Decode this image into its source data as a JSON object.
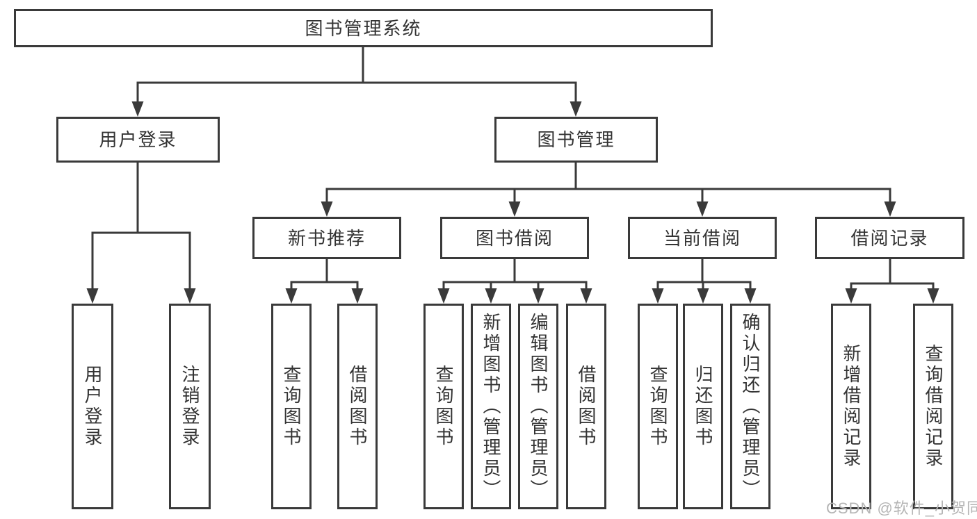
{
  "tree": {
    "root": {
      "label": "图书管理系统"
    },
    "branches": [
      {
        "label": "用户登录",
        "children": [
          {
            "label": "用户登录"
          },
          {
            "label": "注销登录"
          }
        ]
      },
      {
        "label": "图书管理",
        "children": [
          {
            "label": "新书推荐",
            "children": [
              {
                "label": "查询图书"
              },
              {
                "label": "借阅图书"
              }
            ]
          },
          {
            "label": "图书借阅",
            "children": [
              {
                "label": "查询图书"
              },
              {
                "label": "新增图书（管理员）"
              },
              {
                "label": "编辑图书（管理员）"
              },
              {
                "label": "借阅图书"
              }
            ]
          },
          {
            "label": "当前借阅",
            "children": [
              {
                "label": "查询图书"
              },
              {
                "label": "归还图书"
              },
              {
                "label": "确认归还（管理员）"
              }
            ]
          },
          {
            "label": "借阅记录",
            "children": [
              {
                "label": "新增借阅记录"
              },
              {
                "label": "查询借阅记录"
              }
            ]
          }
        ]
      }
    ]
  },
  "watermark": {
    "text": "CSDN @软件_小贺同学"
  },
  "colors": {
    "line": "#3a3a3a",
    "text": "#333333",
    "watermark": "#b5b5b5",
    "background": "#ffffff"
  }
}
